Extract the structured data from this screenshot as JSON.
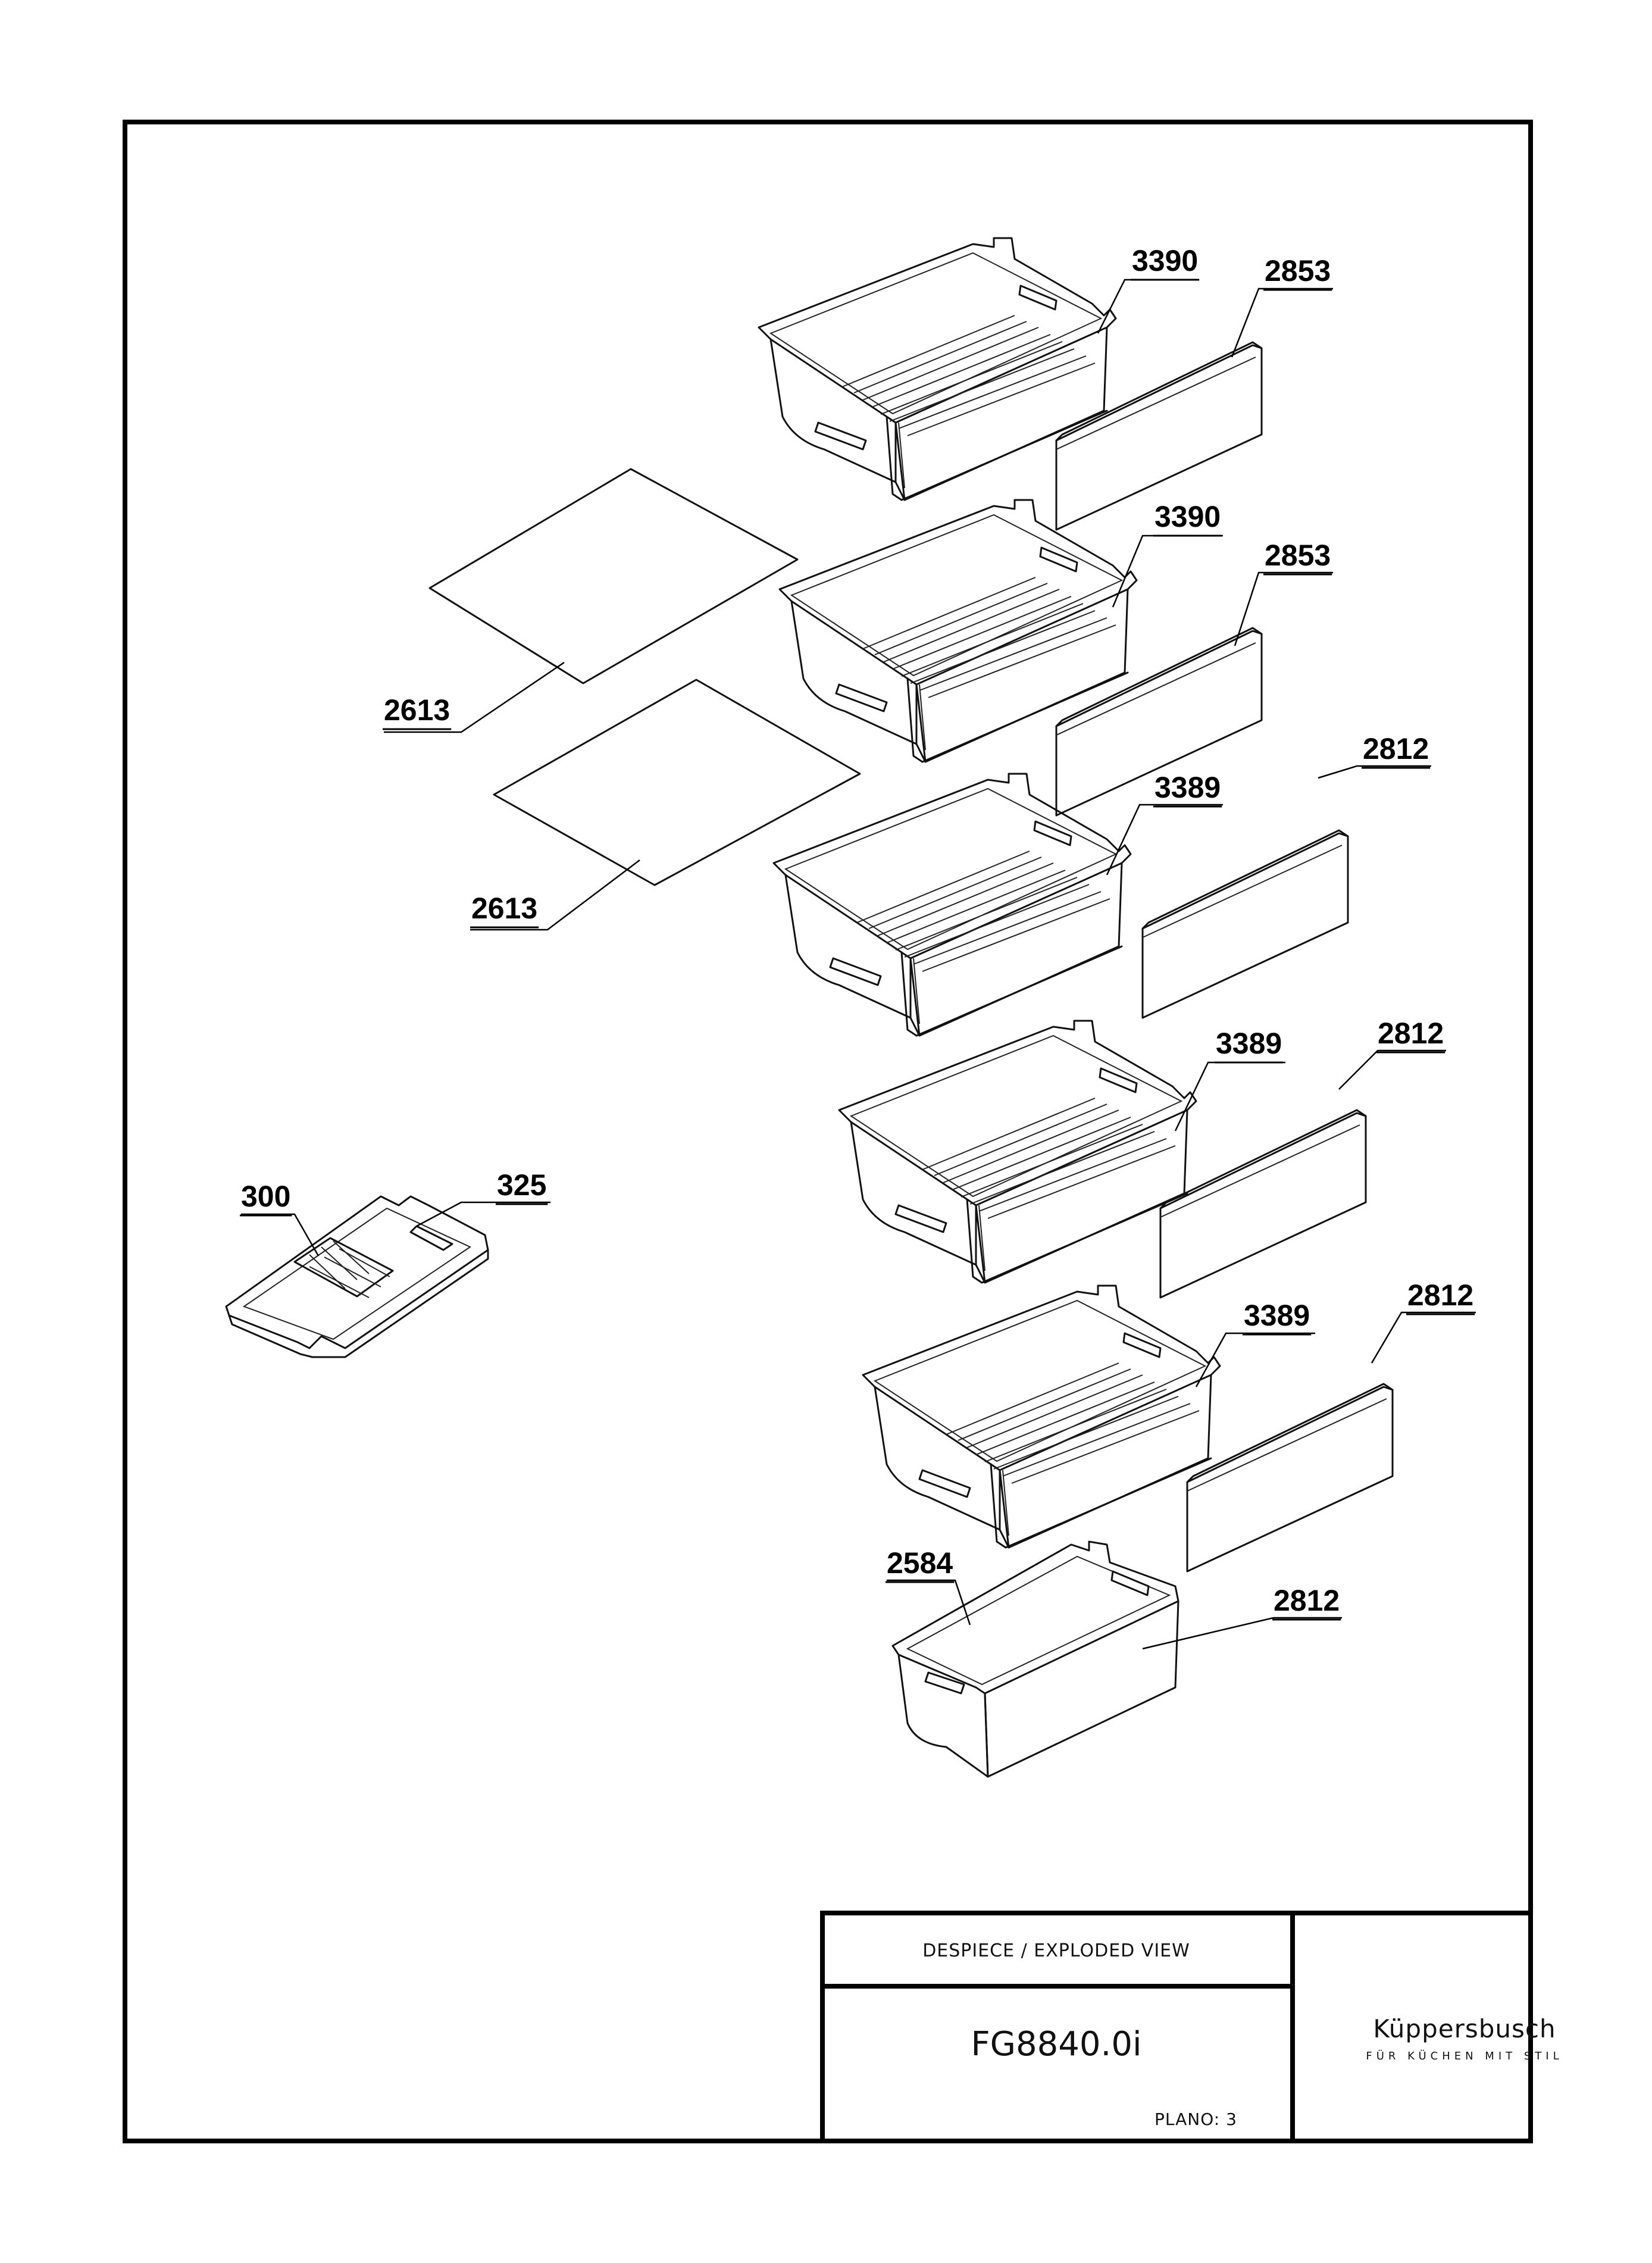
{
  "title_block": {
    "header": "DESPIECE / EXPLODED VIEW",
    "model": "FG8840.0i",
    "plano_label": "PLANO: 3",
    "brand": "Küppersbusch",
    "slogan": "FÜR KÜCHEN MIT STIL"
  },
  "callouts": [
    {
      "id": "c1",
      "label": "3390"
    },
    {
      "id": "c2",
      "label": "2853"
    },
    {
      "id": "c3",
      "label": "3390"
    },
    {
      "id": "c4",
      "label": "2853"
    },
    {
      "id": "c5",
      "label": "2613"
    },
    {
      "id": "c6",
      "label": "2812"
    },
    {
      "id": "c7",
      "label": "3389"
    },
    {
      "id": "c8",
      "label": "2613"
    },
    {
      "id": "c9",
      "label": "3389"
    },
    {
      "id": "c10",
      "label": "2812"
    },
    {
      "id": "c11",
      "label": "300"
    },
    {
      "id": "c12",
      "label": "325"
    },
    {
      "id": "c13",
      "label": "3389"
    },
    {
      "id": "c14",
      "label": "2812"
    },
    {
      "id": "c15",
      "label": "2584"
    },
    {
      "id": "c16",
      "label": "2812"
    }
  ]
}
